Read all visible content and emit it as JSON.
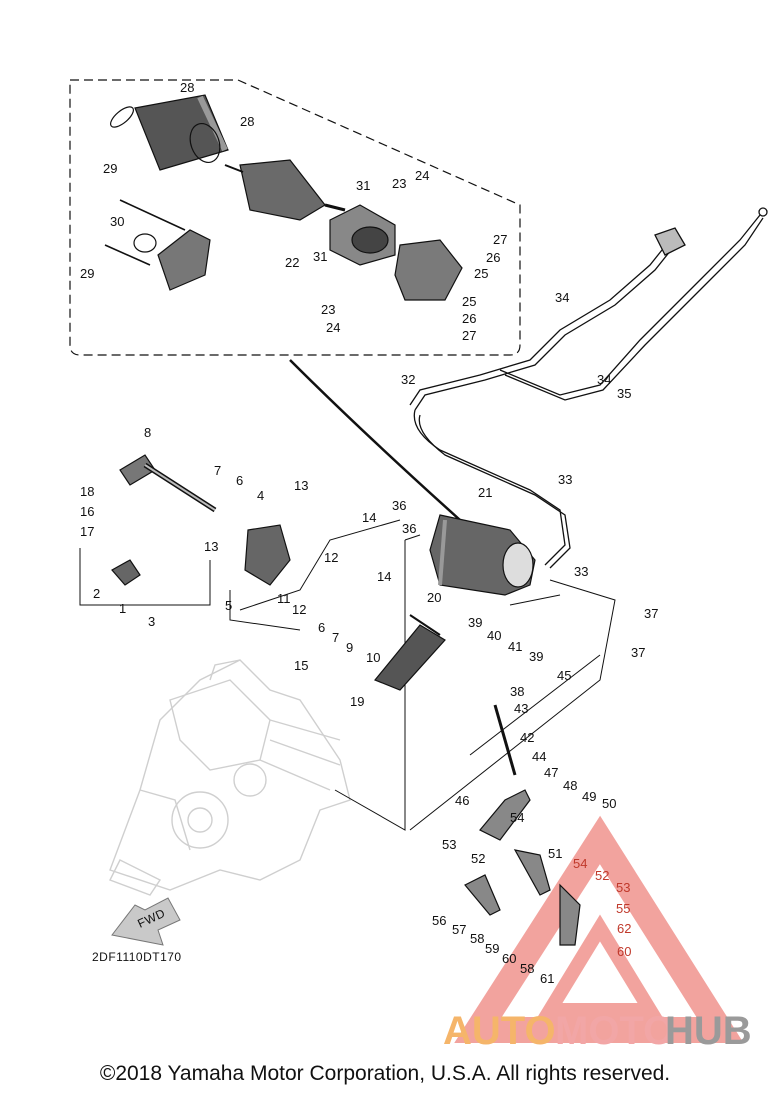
{
  "diagram": {
    "part_code": "2DF1110DT170",
    "fwd_label": "FWD",
    "copyright": "©2018 Yamaha Motor Corporation, U.S.A. All rights reserved.",
    "watermark": {
      "text_auto": "AUTO",
      "text_moto": "MOTO",
      "text_hub": "HUB",
      "color_auto": "#f5b56a",
      "color_moto": "#f2a6a6",
      "color_hub": "#9a9a9a",
      "triangle_color": "#e8584f"
    },
    "callouts": [
      {
        "id": "c28a",
        "text": "28"
      },
      {
        "id": "c28b",
        "text": "28"
      },
      {
        "id": "c29a",
        "text": "29"
      },
      {
        "id": "c30",
        "text": "30"
      },
      {
        "id": "c29b",
        "text": "29"
      },
      {
        "id": "c31a",
        "text": "31"
      },
      {
        "id": "c23a",
        "text": "23"
      },
      {
        "id": "c24a",
        "text": "24"
      },
      {
        "id": "c27a",
        "text": "27"
      },
      {
        "id": "c26a",
        "text": "26"
      },
      {
        "id": "c25a",
        "text": "25"
      },
      {
        "id": "c22",
        "text": "22"
      },
      {
        "id": "c31b",
        "text": "31"
      },
      {
        "id": "c25b",
        "text": "25"
      },
      {
        "id": "c23b",
        "text": "23"
      },
      {
        "id": "c26b",
        "text": "26"
      },
      {
        "id": "c24b",
        "text": "24"
      },
      {
        "id": "c27b",
        "text": "27"
      },
      {
        "id": "c34a",
        "text": "34"
      },
      {
        "id": "c32",
        "text": "32"
      },
      {
        "id": "c34b",
        "text": "34"
      },
      {
        "id": "c35",
        "text": "35"
      },
      {
        "id": "c8",
        "text": "8"
      },
      {
        "id": "c7a",
        "text": "7"
      },
      {
        "id": "c6a",
        "text": "6"
      },
      {
        "id": "c4",
        "text": "4"
      },
      {
        "id": "c13a",
        "text": "13"
      },
      {
        "id": "c18",
        "text": "18"
      },
      {
        "id": "c16",
        "text": "16"
      },
      {
        "id": "c17",
        "text": "17"
      },
      {
        "id": "c13b",
        "text": "13"
      },
      {
        "id": "c14a",
        "text": "14"
      },
      {
        "id": "c33a",
        "text": "33"
      },
      {
        "id": "c21",
        "text": "21"
      },
      {
        "id": "c36a",
        "text": "36"
      },
      {
        "id": "c36b",
        "text": "36"
      },
      {
        "id": "c12a",
        "text": "12"
      },
      {
        "id": "c14b",
        "text": "14"
      },
      {
        "id": "c33b",
        "text": "33"
      },
      {
        "id": "c2",
        "text": "2"
      },
      {
        "id": "c1",
        "text": "1"
      },
      {
        "id": "c3",
        "text": "3"
      },
      {
        "id": "c5",
        "text": "5"
      },
      {
        "id": "c11",
        "text": "11"
      },
      {
        "id": "c12b",
        "text": "12"
      },
      {
        "id": "c6b",
        "text": "6"
      },
      {
        "id": "c7b",
        "text": "7"
      },
      {
        "id": "c9",
        "text": "9"
      },
      {
        "id": "c10",
        "text": "10"
      },
      {
        "id": "c20",
        "text": "20"
      },
      {
        "id": "c37a",
        "text": "37"
      },
      {
        "id": "c39a",
        "text": "39"
      },
      {
        "id": "c40",
        "text": "40"
      },
      {
        "id": "c41",
        "text": "41"
      },
      {
        "id": "c39b",
        "text": "39"
      },
      {
        "id": "c37b",
        "text": "37"
      },
      {
        "id": "c45",
        "text": "45"
      },
      {
        "id": "c15",
        "text": "15"
      },
      {
        "id": "c19",
        "text": "19"
      },
      {
        "id": "c38",
        "text": "38"
      },
      {
        "id": "c43",
        "text": "43"
      },
      {
        "id": "c42",
        "text": "42"
      },
      {
        "id": "c44",
        "text": "44"
      },
      {
        "id": "c47",
        "text": "47"
      },
      {
        "id": "c48",
        "text": "48"
      },
      {
        "id": "c46",
        "text": "46"
      },
      {
        "id": "c49",
        "text": "49"
      },
      {
        "id": "c50",
        "text": "50"
      },
      {
        "id": "c54a",
        "text": "54"
      },
      {
        "id": "c53a",
        "text": "53"
      },
      {
        "id": "c52a",
        "text": "52"
      },
      {
        "id": "c51",
        "text": "51"
      },
      {
        "id": "c54b",
        "text": "54"
      },
      {
        "id": "c52b",
        "text": "52"
      },
      {
        "id": "c53b",
        "text": "53"
      },
      {
        "id": "c55",
        "text": "55"
      },
      {
        "id": "c56",
        "text": "56"
      },
      {
        "id": "c57",
        "text": "57"
      },
      {
        "id": "c58a",
        "text": "58"
      },
      {
        "id": "c59",
        "text": "59"
      },
      {
        "id": "c60a",
        "text": "60"
      },
      {
        "id": "c58b",
        "text": "58"
      },
      {
        "id": "c61",
        "text": "61"
      },
      {
        "id": "c62",
        "text": "62"
      },
      {
        "id": "c60b",
        "text": "60"
      }
    ]
  }
}
